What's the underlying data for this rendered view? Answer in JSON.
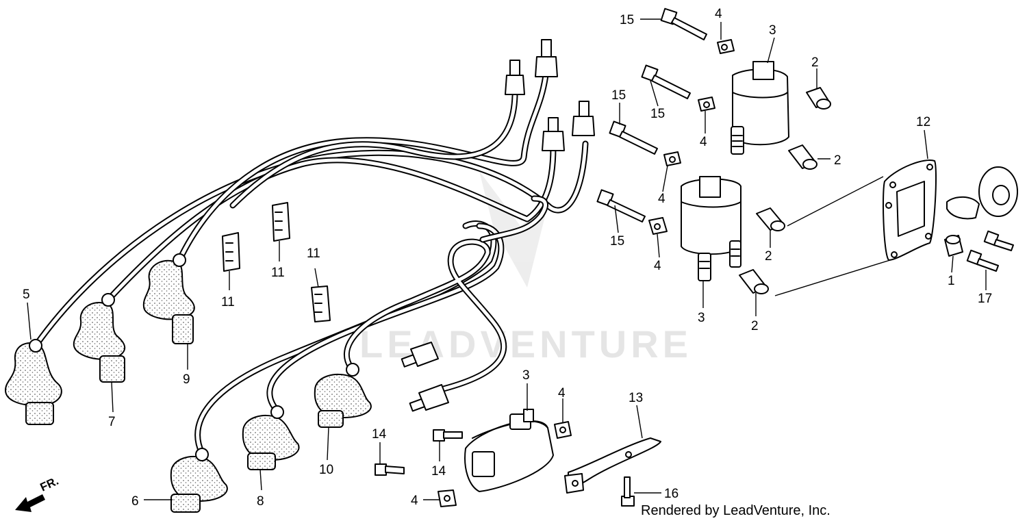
{
  "watermark": "LEADVENTURE",
  "credit": "Rendered by LeadVenture, Inc.",
  "direction_label": "FR.",
  "callouts": {
    "c1": "1",
    "c2a": "2",
    "c2b": "2",
    "c2c": "2",
    "c2d": "2",
    "c3a": "3",
    "c3b": "3",
    "c3c": "3",
    "c4a": "4",
    "c4b": "4",
    "c4c": "4",
    "c4d": "4",
    "c4e": "4",
    "c4f": "4",
    "c5": "5",
    "c6": "6",
    "c7": "7",
    "c8": "8",
    "c9": "9",
    "c10": "10",
    "c11a": "11",
    "c11b": "11",
    "c11c": "11",
    "c12": "12",
    "c13": "13",
    "c14a": "14",
    "c14b": "14",
    "c15a": "15",
    "c15b": "15",
    "c15c": "15",
    "c15d": "15",
    "c16": "16",
    "c17": "17"
  }
}
